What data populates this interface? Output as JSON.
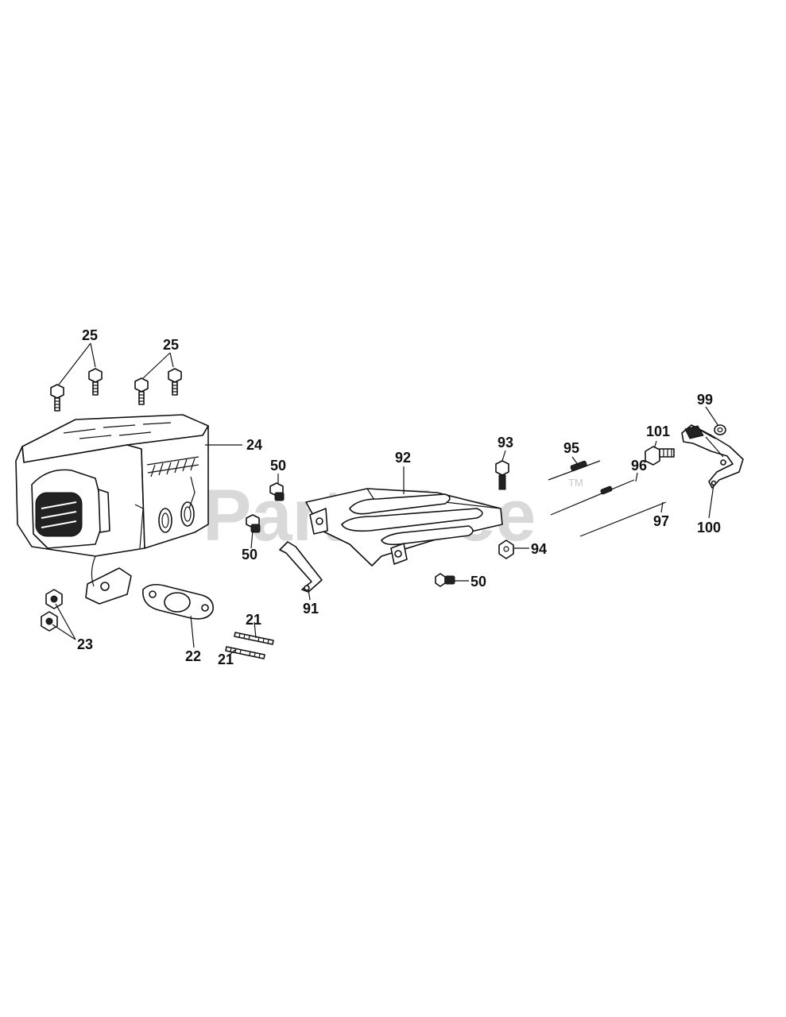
{
  "watermark": {
    "text": "PartsTree",
    "trademark": "TM"
  },
  "callouts": {
    "c25a": "25",
    "c25b": "25",
    "c24": "24",
    "c50a": "50",
    "c50b": "50",
    "c50c": "50",
    "c23": "23",
    "c22": "22",
    "c21a": "21",
    "c21b": "21",
    "c91": "91",
    "c92": "92",
    "c93": "93",
    "c94": "94",
    "c95": "95",
    "c96": "96",
    "c97": "97",
    "c99": "99",
    "c100": "100",
    "c101": "101"
  }
}
